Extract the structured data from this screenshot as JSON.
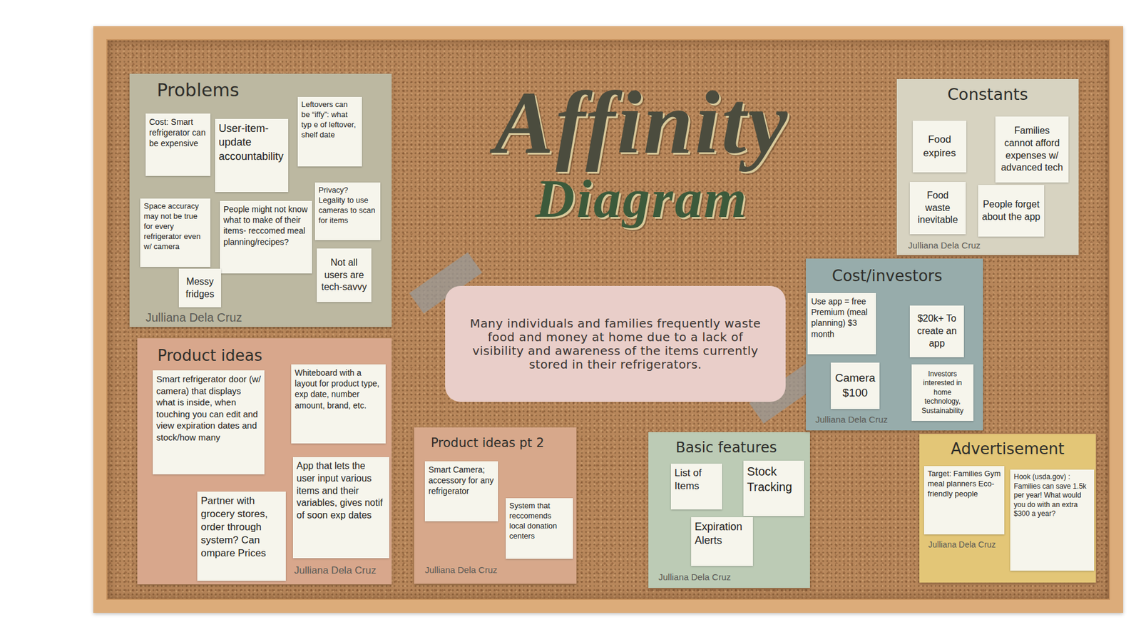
{
  "diagram": {
    "title": "Affinity Diagram",
    "nodes": [
      {
        "text": [
          "Problems"
        ]
      },
      {
        "text": [
          "Cost: Smart refrigerator can be expensive"
        ],
        "in": 0
      },
      {
        "text": [
          "User-item-update accountability"
        ],
        "in": 0
      },
      {
        "text": [
          "Leftovers can be “iffy”: what typ e of leftover, shelf date"
        ],
        "in": 0
      },
      {
        "text": [
          "Space accuracy may not be true for every refrigerator even w/ camera"
        ],
        "in": 0
      },
      {
        "text": [
          "People might not know what to make of their items- reccomed meal planning/recipes?"
        ],
        "in": 0
      },
      {
        "text": [
          "Privacy? Legality to use cameras to scan for items"
        ],
        "in": 0
      },
      {
        "text": [
          "Not all users are tech-savvy"
        ],
        "in": 0
      },
      {
        "text": [
          "Messy fridges"
        ],
        "in": 0
      },
      {
        "text": [
          "Product ideas"
        ]
      },
      {
        "text": [
          "Smart refrigerator door (w/ camera) that displays what is inside, when touching you can edit and view expiration dates and stock/how many"
        ],
        "in": 9
      },
      {
        "text": [
          "Whiteboard with a layout for product type, exp date, number amount, brand, etc."
        ],
        "in": 9
      },
      {
        "text": [
          "App that lets the user input various items and their variables, gives notif of soon exp dates"
        ],
        "in": 9
      },
      {
        "text": [
          "Partner with grocery stores, order through system? Can ompare Prices"
        ],
        "in": 9
      },
      {
        "text": [
          "Many individuals and families frequently waste food and money at home due to a lack of visibility and awareness of the items currently stored in their refrigerators."
        ]
      },
      {
        "text": [
          "Product ideas pt 2"
        ]
      },
      {
        "text": [
          "Smart Camera; accessory for any refrigerator"
        ],
        "in": 15
      },
      {
        "text": [
          "System that reccomends local donation centers"
        ],
        "in": 15
      },
      {
        "text": [
          "Basic features"
        ]
      },
      {
        "text": [
          "List of Items"
        ],
        "in": 18
      },
      {
        "text": [
          "Stock Tracking"
        ],
        "in": 18
      },
      {
        "text": [
          "Expiration Alerts"
        ],
        "in": 18
      },
      {
        "text": [
          "Constants"
        ]
      },
      {
        "text": [
          "Food expires"
        ],
        "in": 22
      },
      {
        "text": [
          "Families cannot afford expenses w/ advanced tech"
        ],
        "in": 22
      },
      {
        "text": [
          "Food waste inevitable"
        ],
        "in": 22
      },
      {
        "text": [
          "People forget about the app"
        ],
        "in": 22
      },
      {
        "text": [
          "Cost/investors"
        ]
      },
      {
        "text": [
          "Use app = free Premium (meal planning) $3 month"
        ],
        "in": 27
      },
      {
        "text": [
          "$20k+ To create an app"
        ],
        "in": 27
      },
      {
        "text": [
          "Camera $100"
        ],
        "in": 27
      },
      {
        "text": [
          "Investors interested in home technology, Sustainability"
        ],
        "in": 27
      },
      {
        "text": [
          "Advertisement"
        ]
      },
      {
        "text": [
          "Target: Families Gym meal planners Eco-friendly people"
        ],
        "in": 32
      },
      {
        "text": [
          "Hook (usda.gov) : Families can save 1.5k per year! What would you do with an extra $300 a year?"
        ],
        "in": 32
      }
    ],
    "labels": [
      "Julliana Dela Cruz",
      "Julliana Dela Cruz",
      "Julliana Dela Cruz",
      "Julliana Dela Cruz",
      "Julliana Dela Cruz",
      "Julliana Dela Cruz",
      "Julliana Dela Cruz"
    ]
  }
}
